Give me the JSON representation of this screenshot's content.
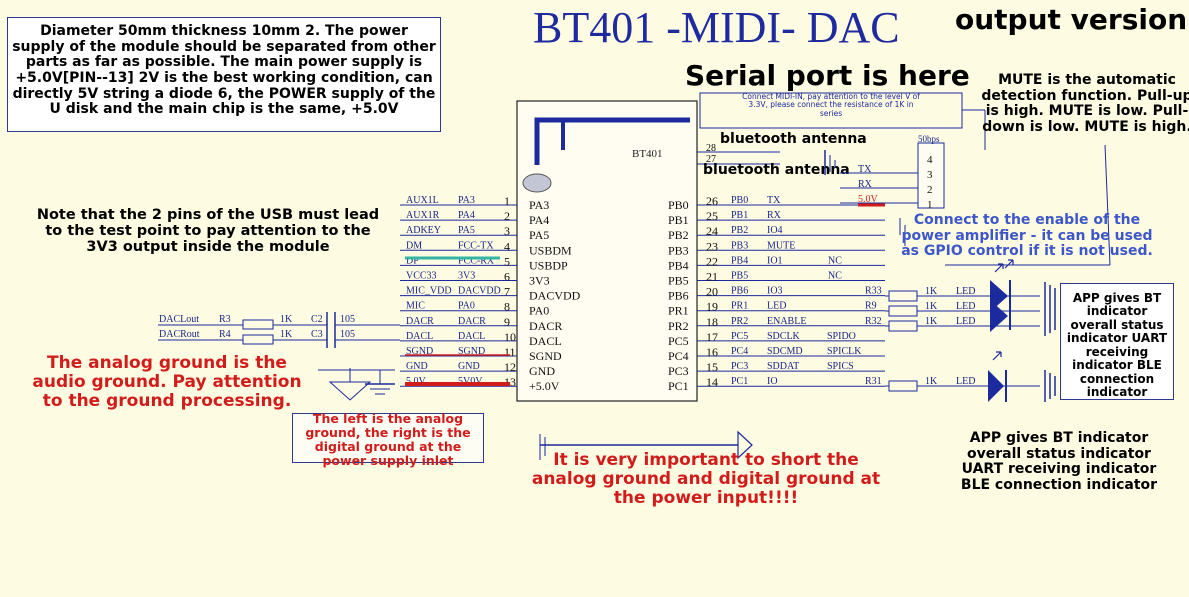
{
  "title": "BT401 -MIDI- DAC",
  "version_label": "output version",
  "serial_heading": "Serial port is here",
  "chip_name": "BT401",
  "notes": {
    "power": "Diameter 50mm thickness 10mm 2. The power supply of the module should be separated from other parts as far as possible. The main power supply is +5.0V[PIN--13] 2V is the best working condition, can directly 5V string a diode 6, the POWER supply of the U disk and the main chip is the same, +5.0V",
    "usb": "Note that the 2 pins of the USB must lead to the test point to pay attention to the 3V3 output inside the module",
    "analog_ground": "The analog ground is the audio ground. Pay attention to the ground processing.",
    "ground_box": "The left is the analog ground, the right is the digital ground at the power supply inlet",
    "short_ground": "It is very important to short the analog ground and digital ground at the power input!!!!",
    "midi": "Connect MIDI-IN, pay attention to the level V of 3.3V, please connect the resistance of 1K in series",
    "mute": "MUTE is the automatic detection function. Pull-up is high. MUTE is low. Pull-down is low. MUTE is high.",
    "amp_enable": "Connect to the enable of the power amplifier - it can be used as GPIO control if it is not used.",
    "app_led_box": "APP gives BT indicator overall status indicator UART receiving indicator BLE connection indicator",
    "app_led_bottom": "APP gives BT indicator overall status indicator UART receiving indicator BLE connection indicator"
  },
  "antenna_labels": [
    "bluetooth antenna",
    "bluetooth antenna"
  ],
  "left_pins": [
    {
      "num": "1",
      "chip": "PA3",
      "sig": "AUX1L",
      "port": "PA3"
    },
    {
      "num": "2",
      "chip": "PA4",
      "sig": "AUX1R",
      "port": "PA4"
    },
    {
      "num": "3",
      "chip": "PA5",
      "sig": "ADKEY",
      "port": "PA5"
    },
    {
      "num": "4",
      "chip": "USBDM",
      "sig": "DM",
      "port": "FCC-TX"
    },
    {
      "num": "5",
      "chip": "USBDP",
      "sig": "DP",
      "port": "FCC-RX"
    },
    {
      "num": "6",
      "chip": "3V3",
      "sig": "VCC33",
      "port": "3V3"
    },
    {
      "num": "7",
      "chip": "DACVDD",
      "sig": "MIC_VDD",
      "port": "DACVDD"
    },
    {
      "num": "8",
      "chip": "PA0",
      "sig": "MIC",
      "port": "PA0"
    },
    {
      "num": "9",
      "chip": "DACR",
      "sig": "DACR",
      "port": "DACR"
    },
    {
      "num": "10",
      "chip": "DACL",
      "sig": "DACL",
      "port": "DACL"
    },
    {
      "num": "11",
      "chip": "SGND",
      "sig": "SGND",
      "port": "SGND"
    },
    {
      "num": "12",
      "chip": "GND",
      "sig": "GND",
      "port": "GND"
    },
    {
      "num": "13",
      "chip": "+5.0V",
      "sig": "5.0V",
      "port": "5V0V"
    }
  ],
  "right_pins": [
    {
      "num": "26",
      "chip": "PB0",
      "port": "PB0",
      "sig": "TX",
      "extra": ""
    },
    {
      "num": "25",
      "chip": "PB1",
      "port": "PB1",
      "sig": "RX",
      "extra": ""
    },
    {
      "num": "24",
      "chip": "PB2",
      "port": "PB2",
      "sig": "IO4",
      "extra": ""
    },
    {
      "num": "23",
      "chip": "PB3",
      "port": "PB3",
      "sig": "MUTE",
      "extra": ""
    },
    {
      "num": "22",
      "chip": "PB4",
      "port": "PB4",
      "sig": "IO1",
      "extra": "NC"
    },
    {
      "num": "21",
      "chip": "PB5",
      "port": "PB5",
      "sig": "",
      "extra": "NC"
    },
    {
      "num": "20",
      "chip": "PB6",
      "port": "PB6",
      "sig": "IO3",
      "extra": "R33"
    },
    {
      "num": "19",
      "chip": "PR1",
      "port": "PR1",
      "sig": "LED",
      "extra": "R9"
    },
    {
      "num": "18",
      "chip": "PR2",
      "port": "PR2",
      "sig": "ENABLE",
      "extra": "R32"
    },
    {
      "num": "17",
      "chip": "PC5",
      "port": "PC5",
      "sig": "SDCLK",
      "extra": "SPIDO"
    },
    {
      "num": "16",
      "chip": "PC4",
      "port": "PC4",
      "sig": "SDCMD",
      "extra": "SPICLK"
    },
    {
      "num": "15",
      "chip": "PC3",
      "port": "PC3",
      "sig": "SDDAT",
      "extra": "SPICS"
    },
    {
      "num": "14",
      "chip": "PC1",
      "port": "PC1",
      "sig": "IO",
      "extra": "R31"
    }
  ],
  "top_pins": [
    "28",
    "27"
  ],
  "dac_parts": {
    "left": {
      "net": "DACLout",
      "res": "R3",
      "val": "1K",
      "cap": "C2",
      "cval": "105"
    },
    "right": {
      "net": "DACRout",
      "res": "R4",
      "val": "1K",
      "cap": "C3",
      "cval": "105"
    }
  },
  "connector": {
    "baud": "50bps",
    "pins": [
      "4",
      "3",
      "2",
      "1"
    ],
    "labels": [
      "TX",
      "RX",
      "5.0V"
    ]
  },
  "led_parts": {
    "res_value": "1K",
    "led_label": "LED"
  },
  "colors": {
    "wire": "#1b2a9c",
    "text_blue": "#2c3fb8",
    "accent_red": "#d21c1c",
    "highlight": "#34b5a4"
  }
}
